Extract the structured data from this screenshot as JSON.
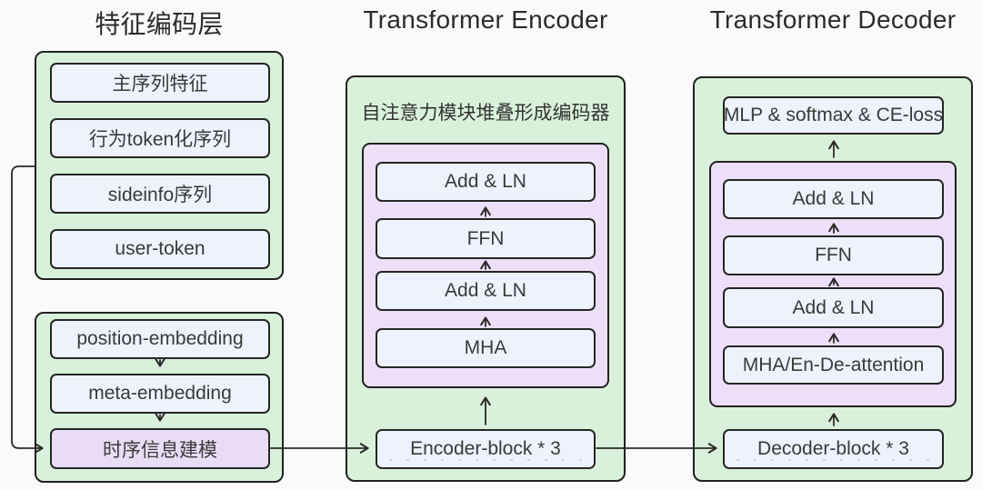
{
  "feature": {
    "title": "特征编码层",
    "group1": {
      "boxes": [
        "主序列特征",
        "行为token化序列",
        "sideinfo序列",
        "user-token"
      ]
    },
    "group2": {
      "boxes": [
        "position-embedding",
        "meta-embedding",
        "时序信息建模"
      ]
    }
  },
  "encoder": {
    "title": "Transformer Encoder",
    "caption": "自注意力模块堆叠形成编码器",
    "stack": [
      "Add & LN",
      "FFN",
      "Add & LN",
      "MHA"
    ],
    "block": "Encoder-block * 3"
  },
  "decoder": {
    "title": "Transformer Decoder",
    "output": "MLP & softmax & CE-loss",
    "stack": [
      "Add & LN",
      "FFN",
      "Add & LN",
      "MHA/En-De-attention"
    ],
    "block": "Decoder-block * 3"
  },
  "colors": {
    "background": "#fbfafa",
    "green_panel": "#d9f1da",
    "purple_panel": "#ecdff7",
    "purple_box": "#e9dcf5",
    "inner_box": "#eef2fc",
    "border": "#212121",
    "text": "#3a3a3a"
  }
}
